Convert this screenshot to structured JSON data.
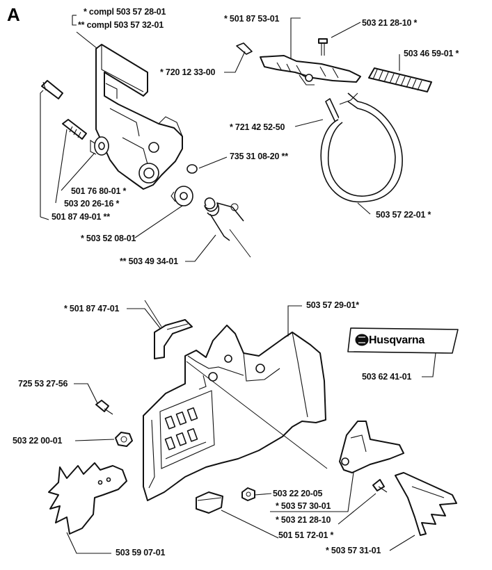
{
  "section_letter": "A",
  "brand_logo_text": "Husqvarna",
  "labels": {
    "compl_1": "*  compl 503 57 28-01",
    "compl_2": "**  compl 503 57 32-01",
    "p_501875301": "*  501 87 53-01",
    "p_503212810_top": "503 21 28-10  *",
    "p_503465901": "503 46 59-01  *",
    "p_720123300": "*  720 12 33-00",
    "p_721425250": "*  721 42 52-50",
    "p_735310820": "735 31 08-20  **",
    "p_501768001": "501 76 80-01  *",
    "p_503202616": "503 20 26-16  *",
    "p_501874901": "501 87 49-01  **",
    "p_503520801": "*  503 52 08-01",
    "p_503493401": "**  503 49 34-01",
    "p_503572201": "503 57 22-01  *",
    "p_501874701": "*  501 87 47-01",
    "p_503572901": "503 57 29-01*",
    "p_503624101": "503 62 41-01",
    "p_725532756": "725 53 27-56",
    "p_503220001": "503 22 00-01",
    "p_503222005": "503 22 20-05",
    "p_503573001": "*  503 57 30-01",
    "p_503212810_bot": "*  503 21 28-10",
    "p_501517201": "501 51 72-01  *",
    "p_503590701": "503 59 07-01",
    "p_503573101": "*  503 57 31-01"
  }
}
